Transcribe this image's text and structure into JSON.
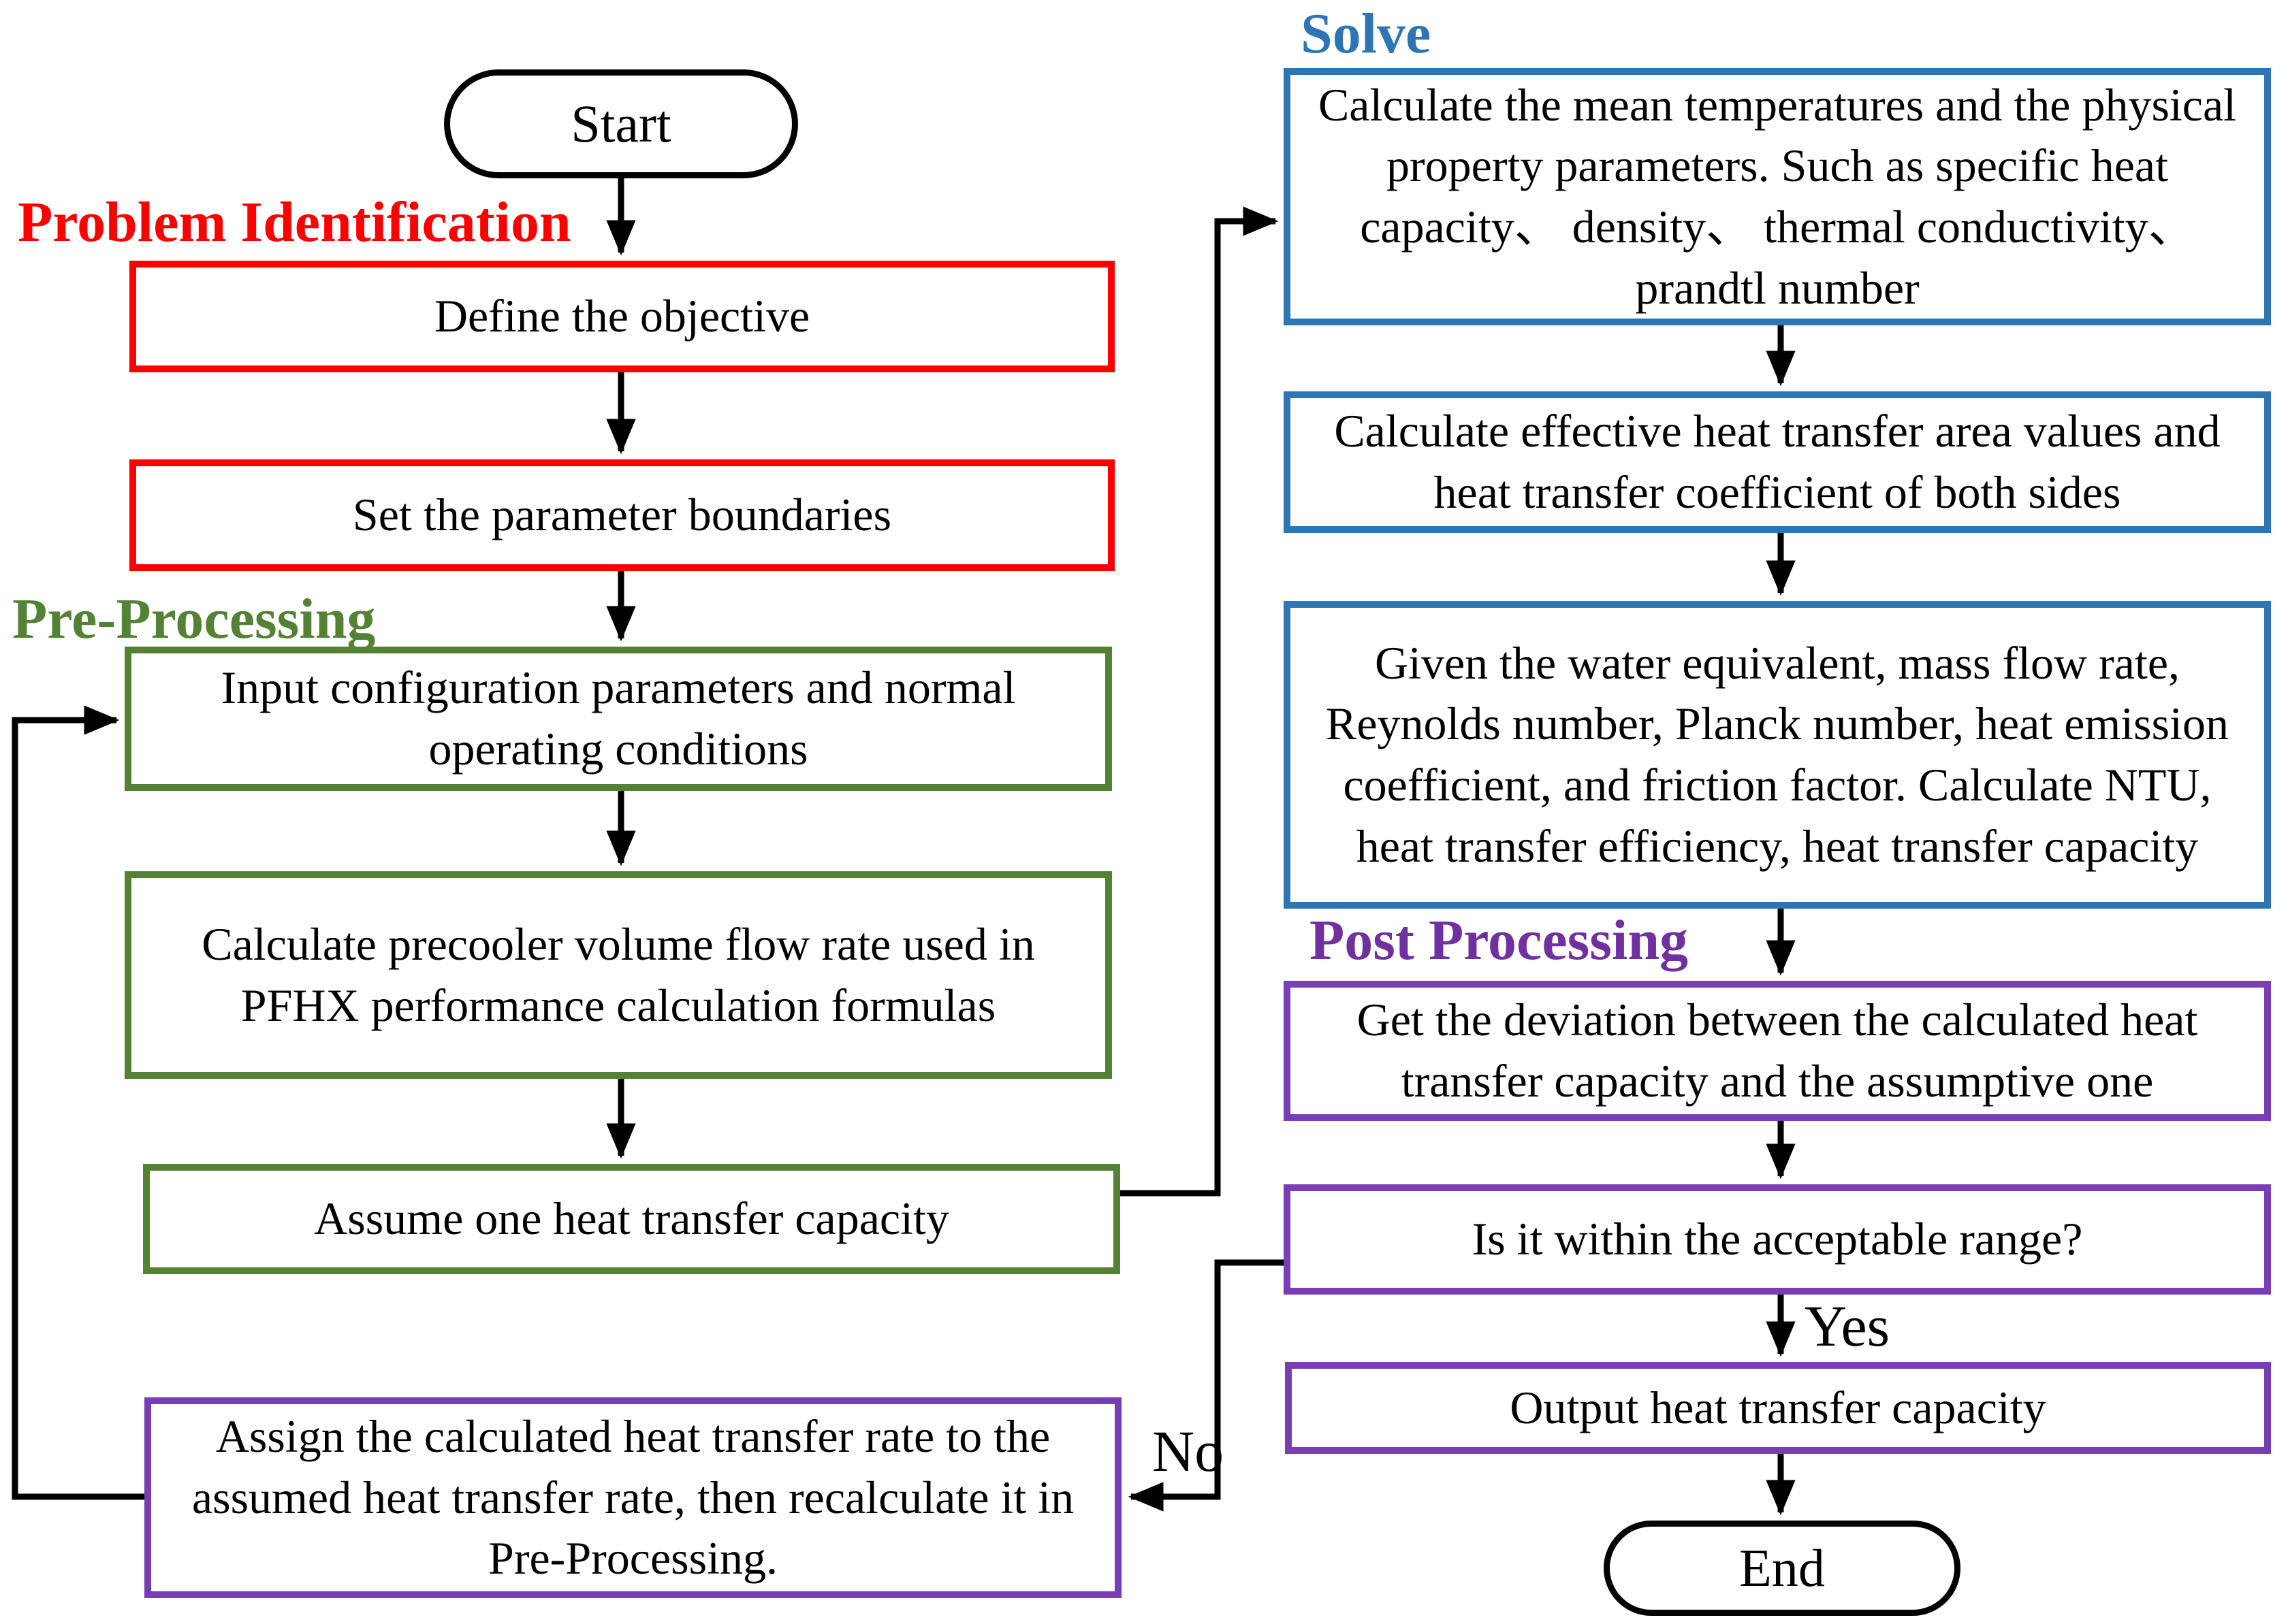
{
  "colors": {
    "red": "#FF0000",
    "green": "#548235",
    "blue": "#2E75B6",
    "purple-border": "#7A3DB8",
    "purple-label": "#7030A0"
  },
  "sections": {
    "problem_identification": "Problem Identification",
    "pre_processing": "Pre-Processing",
    "solve": "Solve",
    "post_processing": "Post Processing"
  },
  "nodes": {
    "start": "Start",
    "define_objective": "Define the objective",
    "set_boundaries": "Set the parameter boundaries",
    "input_configuration": "Input configuration parameters and normal operating conditions",
    "calc_precooler": "Calculate precooler volume flow rate used in PFHX performance calculation formulas",
    "assume_capacity": "Assume one heat transfer capacity",
    "assign_recalculate": "Assign the calculated heat transfer rate to the assumed heat transfer rate, then recalculate it in Pre-Processing.",
    "calc_mean_temps": "Calculate the mean temperatures and the physical property parameters. Such as specific heat capacity、 density、 thermal conductivity、 prandtl number",
    "calc_area_coefficient": "Calculate effective heat transfer area values and heat transfer coefficient of both sides",
    "given_water_equivalent": "Given the water equivalent, mass flow rate, Reynolds number, Planck number, heat emission coefficient, and friction factor. Calculate NTU, heat transfer efficiency, heat transfer capacity",
    "get_deviation": "Get the deviation between the calculated heat transfer capacity and the assumptive one",
    "acceptable_range": "Is it within the acceptable range?",
    "output_capacity": "Output heat transfer capacity",
    "end": "End"
  },
  "edge_labels": {
    "yes": "Yes",
    "no": "No"
  }
}
